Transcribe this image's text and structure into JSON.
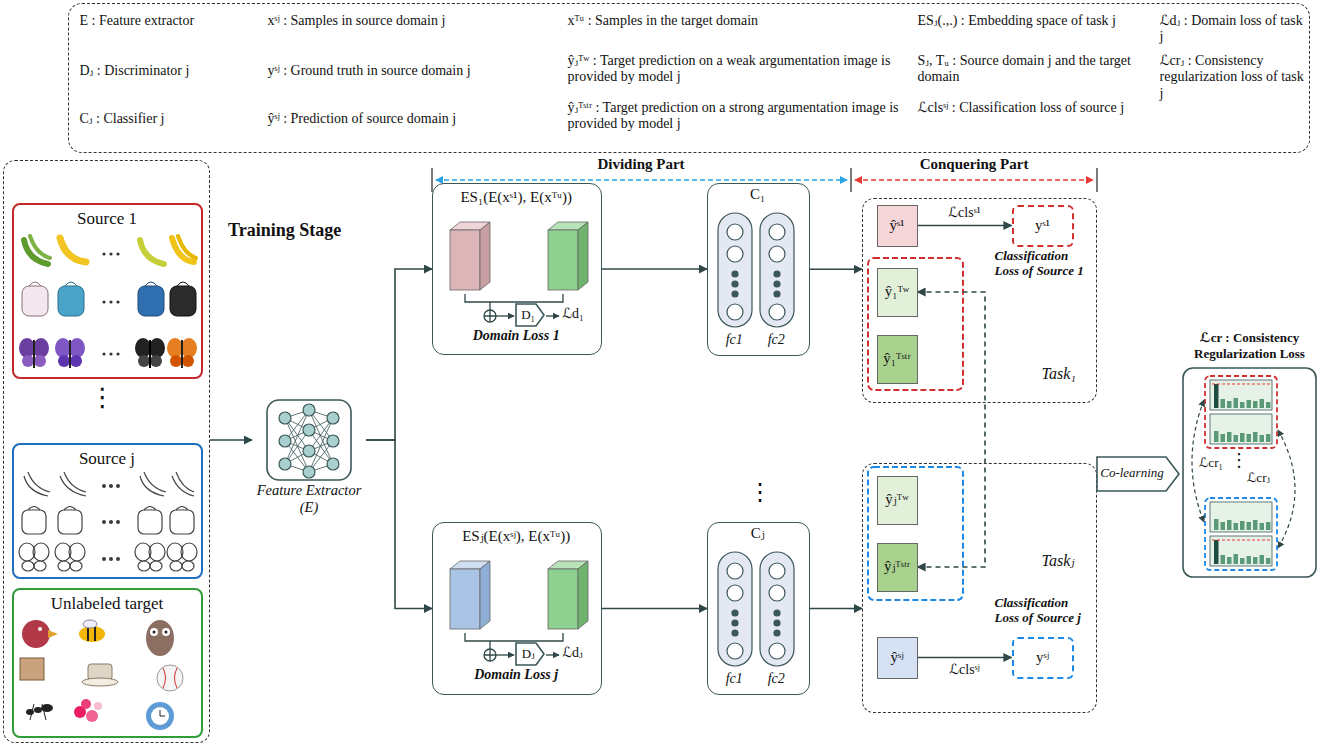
{
  "diagram": {
    "nodes": [
      {
        "text": [
          "E : Feature extractor",
          "Dⱼ : Discriminator j",
          "Cⱼ : Classifier j",
          "xˢʲ : Samples in source domain j",
          "yˢʲ : Ground truth in source domain j",
          "ŷˢʲ : Prediction of source domain j",
          "xᵀᵘ : Samples in the target domain",
          "ŷⱼᵀʷ : Target prediction on a weak argumentation image is provided by model j",
          "ŷⱼᵀˢᵗʳ : Target prediction on a strong argumentation image is provided by model j",
          "ESⱼ(.,.) : Embedding space of task j",
          "Sⱼ, Tᵤ : Source domain j and the target domain",
          "ℒclsˢʲ : Classification loss of source j",
          "ℒdⱼ : Domain loss of task j",
          "ℒcrⱼ : Consistency regularization loss of task j"
        ]
      },
      {
        "text": [
          "⋮"
        ]
      },
      {
        "text": [
          "Source 1"
        ],
        "in": 1
      },
      {
        "text": [
          "Source j"
        ],
        "in": 1
      },
      {
        "text": [
          "Unlabeled target"
        ],
        "in": 1
      },
      {
        "text": [
          "Feature Extractor (E)"
        ]
      },
      {
        "text": [
          "ES₁(E(xˢ¹), E(xᵀᵘ))",
          "Domain Loss 1"
        ]
      },
      {
        "text": [
          "D₁"
        ],
        "in": 6
      },
      {
        "text": [
          "C₁",
          "fc1",
          "fc2"
        ]
      },
      {
        "text": [
          "ESⱼ(E(xˢʲ), E(xᵀᵘ))",
          "Domain Loss j"
        ]
      },
      {
        "text": [
          "Dⱼ"
        ],
        "in": 9
      },
      {
        "text": [
          "Cⱼ",
          "fc1",
          "fc2"
        ]
      },
      {
        "text": [
          "Task₁",
          "Classification Loss of Source 1"
        ]
      },
      {
        "text": [
          "ŷˢ¹"
        ],
        "in": 12
      },
      {
        "text": [
          "yˢ¹"
        ],
        "in": 12
      },
      {
        "text": [
          "ŷ₁ᵀʷ"
        ],
        "in": 12
      },
      {
        "text": [
          "ŷ₁ᵀˢᵗʳ"
        ],
        "in": 12
      },
      {
        "text": [
          "Taskⱼ",
          "Classification Loss of Source j"
        ]
      },
      {
        "text": [
          "ŷⱼᵀʷ"
        ],
        "in": 17
      },
      {
        "text": [
          "ŷⱼᵀˢᵗʳ"
        ],
        "in": 17
      },
      {
        "text": [
          "ŷˢʲ"
        ],
        "in": 17
      },
      {
        "text": [
          "yˢʲ"
        ],
        "in": 17
      },
      {
        "text": [
          "Co-learning"
        ]
      },
      {
        "text": [
          "ℒcr : Consistency Regularization Loss"
        ]
      }
    ],
    "edges": [
      {
        "from": 1,
        "to": 5,
        "arrow": "to"
      },
      {
        "from": 5,
        "to": 6,
        "arrow": "to"
      },
      {
        "from": 5,
        "to": 9,
        "arrow": "to"
      },
      {
        "from": 6,
        "to": 8,
        "arrow": "to"
      },
      {
        "from": 9,
        "to": 11,
        "arrow": "to"
      },
      {
        "from": 8,
        "to": 12,
        "arrow": "to"
      },
      {
        "from": 11,
        "to": 17,
        "arrow": "to"
      },
      {
        "from": 13,
        "to": 14,
        "label": "ℒclsˢ¹",
        "arrow": "to"
      },
      {
        "from": 20,
        "to": 21,
        "label": "ℒclsˢʲ",
        "arrow": "to"
      },
      {
        "from": 15,
        "to": 19,
        "arrow": "both"
      }
    ],
    "labels": [
      "Training Stage",
      "Dividing Part",
      "Conquering Part",
      "ℒd₁",
      "ℒdⱼ",
      "⋮",
      "ℒcr₁",
      "⋮",
      "ℒcrⱼ"
    ]
  }
}
